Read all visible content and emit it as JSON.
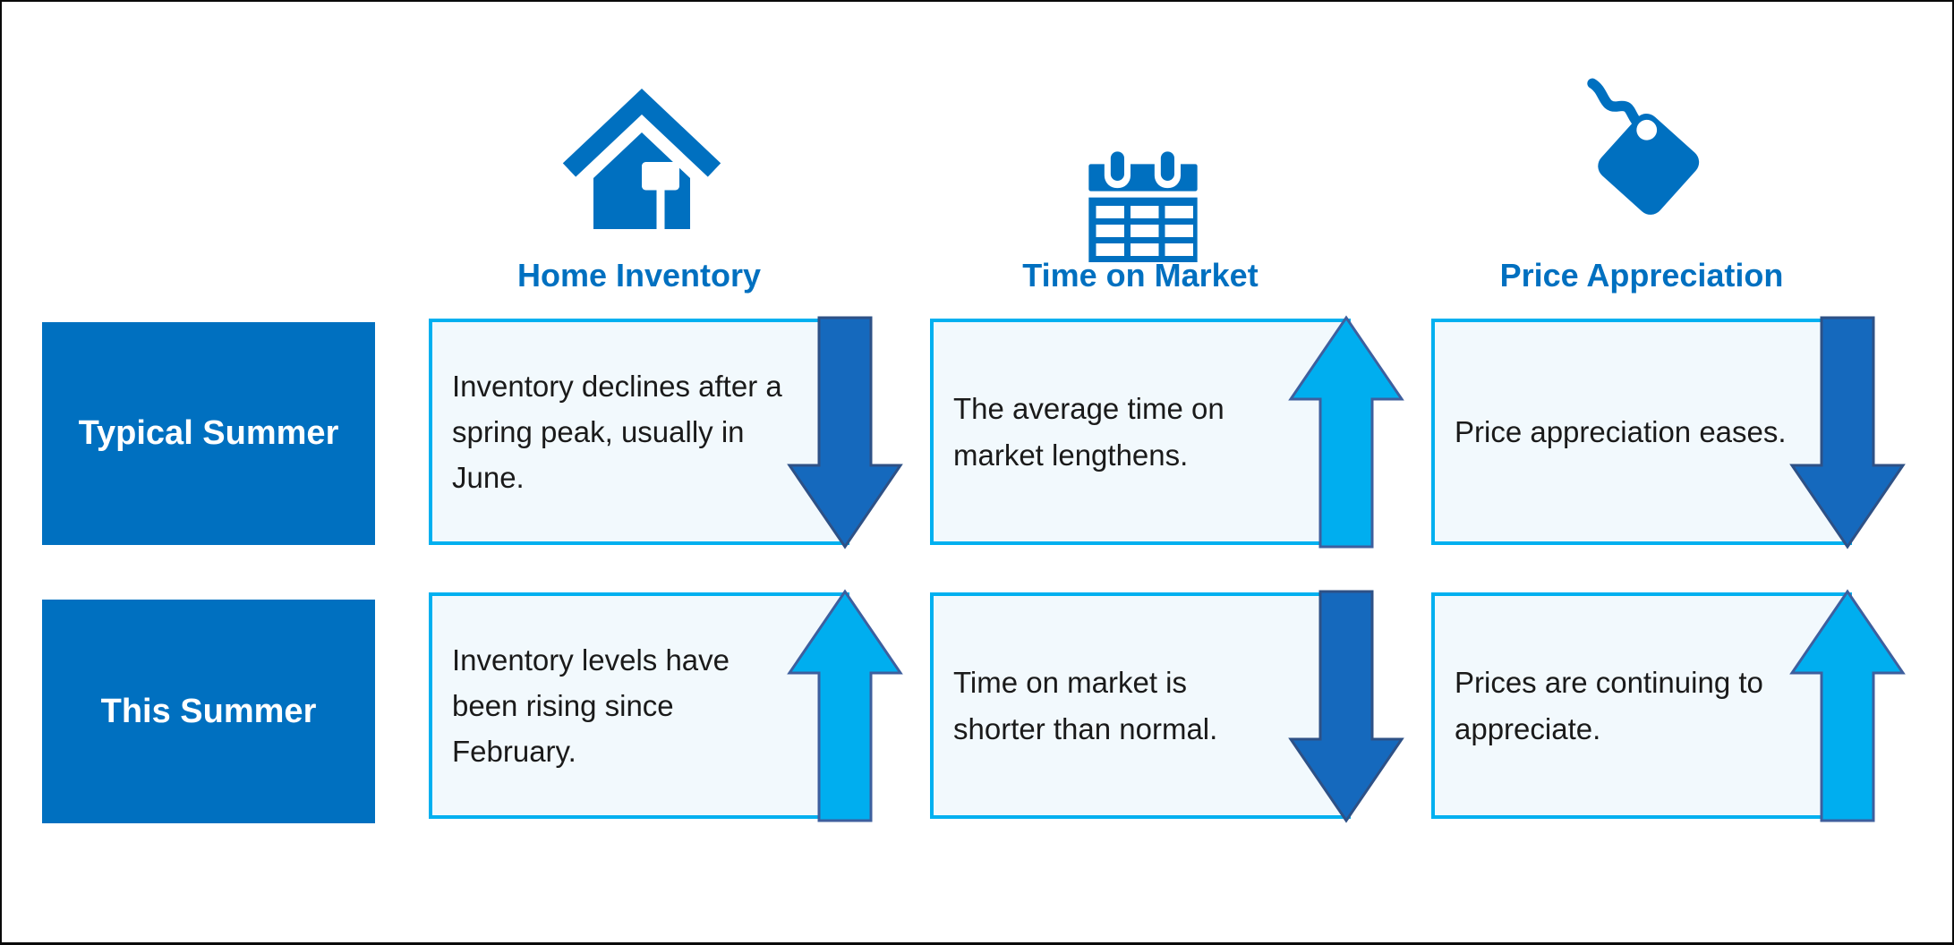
{
  "palette": {
    "primary_blue": "#0070C0",
    "accent_cyan": "#00B0F0",
    "box_fill": "#F2F9FD",
    "dark_arrow_fill": "#1569BD",
    "dark_arrow_stroke": "#2E5186",
    "light_arrow_fill": "#00AEEF",
    "light_arrow_stroke": "#3E5F9E",
    "text_dark": "#1A1A1A"
  },
  "columns": [
    {
      "label": "Home Inventory",
      "icon": "house-icon"
    },
    {
      "label": "Time on Market",
      "icon": "calendar-icon"
    },
    {
      "label": "Price Appreciation",
      "icon": "price-tag-icon"
    }
  ],
  "rows": [
    {
      "label": "Typical Summer",
      "cells": [
        {
          "text": "Inventory declines after a spring peak, usually in June.",
          "trend": "down"
        },
        {
          "text": "The average time on market lengthens.",
          "trend": "up"
        },
        {
          "text": "Price appreciation eases.",
          "trend": "down"
        }
      ]
    },
    {
      "label": "This Summer",
      "cells": [
        {
          "text": "Inventory levels have been rising since February.",
          "trend": "up"
        },
        {
          "text": "Time on market is shorter than normal.",
          "trend": "down"
        },
        {
          "text": "Prices are continuing to appreciate.",
          "trend": "up"
        }
      ]
    }
  ]
}
